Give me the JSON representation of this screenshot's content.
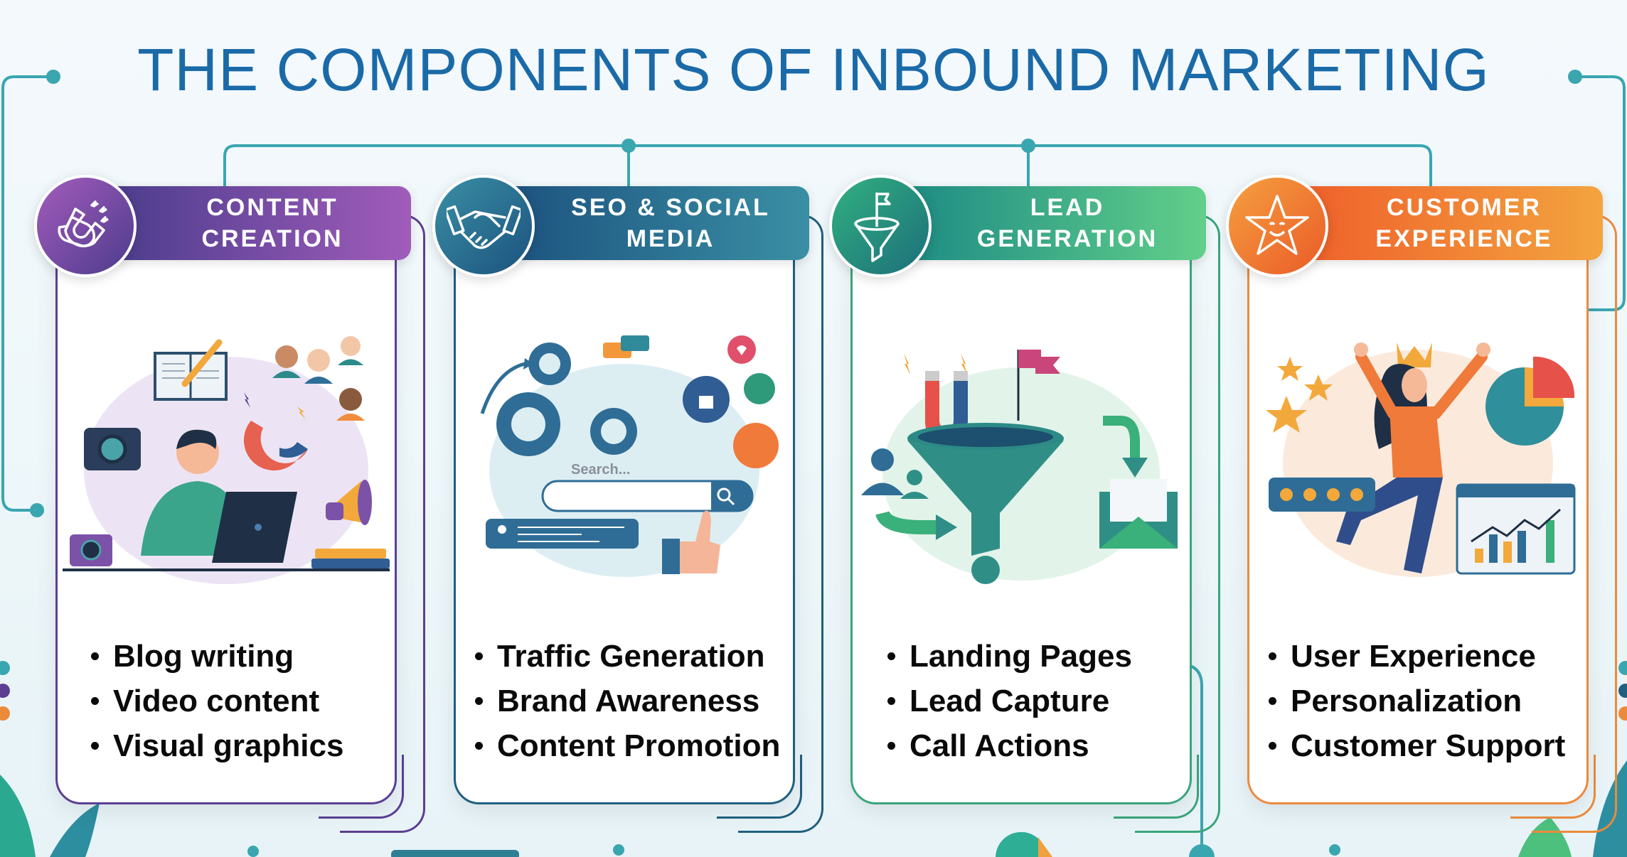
{
  "title": "THE COMPONENTS OF INBOUND MARKETING",
  "colors": {
    "title": "#1b6aa8",
    "connector": "#3aa6b0",
    "content_creation": "#5b3f93",
    "seo_social": "#1f5f80",
    "lead_generation": "#3aa57c",
    "customer_experience": "#ec8a3c"
  },
  "cards": [
    {
      "heading_line1": "CONTENT",
      "heading_line2": "CREATION",
      "icon": "magnet-icon",
      "illustration": "content-creator-illustration",
      "bullets": [
        "Blog writing",
        "Video content",
        "Visual graphics"
      ]
    },
    {
      "heading_line1": "SEO & SOCIAL",
      "heading_line2": "MEDIA",
      "icon": "handshake-icon",
      "illustration": "seo-social-illustration",
      "search_placeholder": "Search...",
      "bullets": [
        "Traffic Generation",
        "Brand Awareness",
        "Content Promotion"
      ]
    },
    {
      "heading_line1": "LEAD",
      "heading_line2": "GENERATION",
      "icon": "funnel-flag-icon",
      "illustration": "lead-funnel-illustration",
      "bullets": [
        "Landing Pages",
        "Lead Capture",
        "Call Actions"
      ]
    },
    {
      "heading_line1": "CUSTOMER",
      "heading_line2": "EXPERIENCE",
      "icon": "smiling-star-icon",
      "illustration": "happy-customer-illustration",
      "bullets": [
        "User Experience",
        "Personalization",
        "Customer Support"
      ]
    }
  ]
}
